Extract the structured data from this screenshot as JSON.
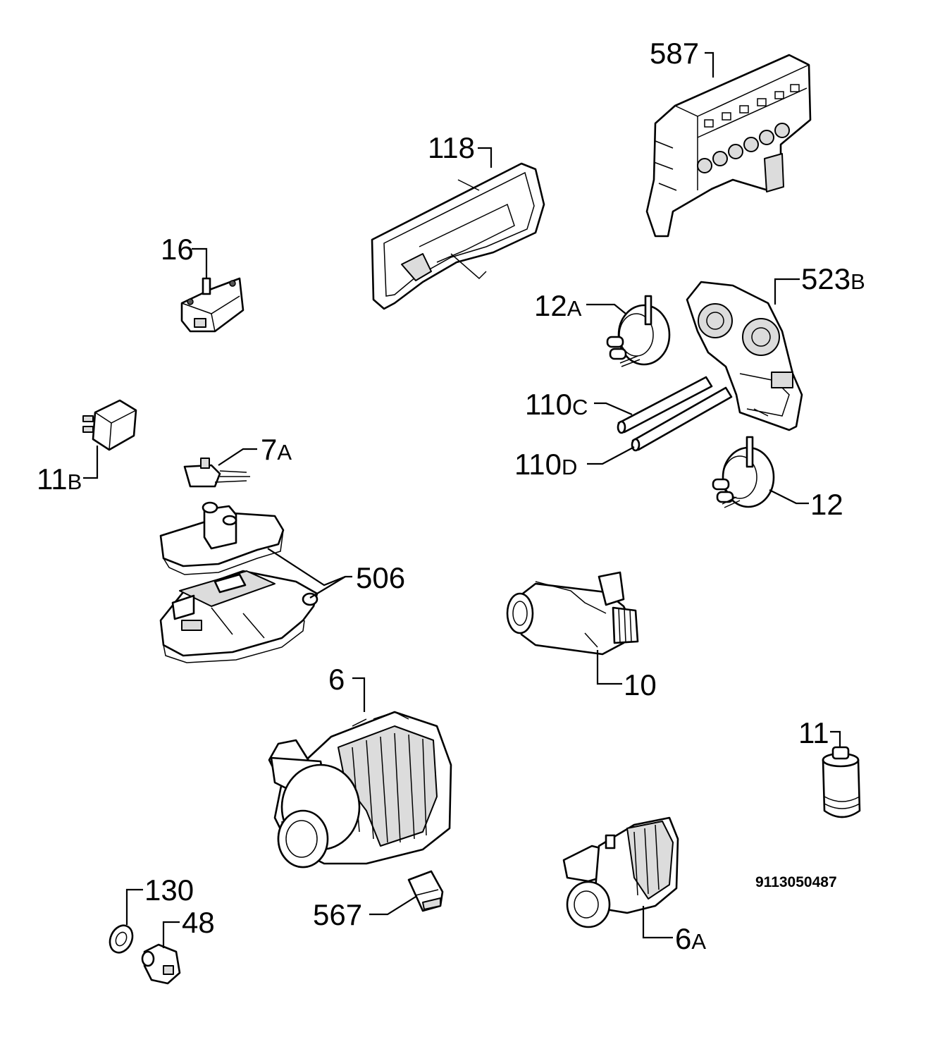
{
  "parts": [
    {
      "id": "587",
      "main": "587",
      "suffix": ""
    },
    {
      "id": "118",
      "main": "118",
      "suffix": ""
    },
    {
      "id": "16",
      "main": "16",
      "suffix": ""
    },
    {
      "id": "523B",
      "main": "523",
      "suffix": "B"
    },
    {
      "id": "12A",
      "main": "12",
      "suffix": "A"
    },
    {
      "id": "110C",
      "main": "110",
      "suffix": "C"
    },
    {
      "id": "110D",
      "main": "110",
      "suffix": "D"
    },
    {
      "id": "12",
      "main": "12",
      "suffix": ""
    },
    {
      "id": "11B",
      "main": "11",
      "suffix": "B"
    },
    {
      "id": "7A",
      "main": "7",
      "suffix": "A"
    },
    {
      "id": "506",
      "main": "506",
      "suffix": ""
    },
    {
      "id": "10",
      "main": "10",
      "suffix": ""
    },
    {
      "id": "6",
      "main": "6",
      "suffix": ""
    },
    {
      "id": "11",
      "main": "11",
      "suffix": ""
    },
    {
      "id": "130",
      "main": "130",
      "suffix": ""
    },
    {
      "id": "48",
      "main": "48",
      "suffix": ""
    },
    {
      "id": "567",
      "main": "567",
      "suffix": ""
    },
    {
      "id": "6A",
      "main": "6",
      "suffix": "A"
    }
  ],
  "diagram_code": "9113050487"
}
